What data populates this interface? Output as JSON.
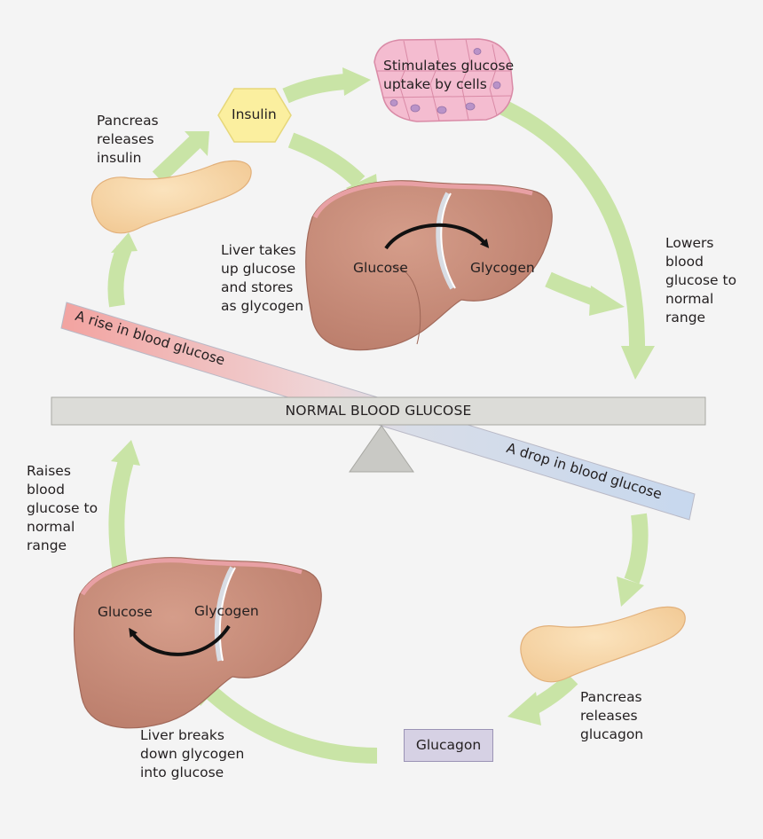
{
  "center": {
    "label": "NORMAL BLOOD GLUCOSE"
  },
  "rise": {
    "label": "A rise in blood glucose"
  },
  "drop": {
    "label": "A drop in blood glucose"
  },
  "hormones": {
    "insulin": "Insulin",
    "glucagon": "Glucagon"
  },
  "top_cycle": {
    "pancreas_text": "Pancreas\nreleases\ninsulin",
    "cells_text": "Stimulates glucose\nuptake by cells",
    "liver_text": "Liver takes\nup glucose\nand stores\nas glycogen",
    "liver_glucose": "Glucose",
    "liver_glycogen": "Glycogen",
    "result_text": "Lowers\nblood\nglucose to\nnormal\nrange"
  },
  "bottom_cycle": {
    "pancreas_text": "Pancreas\nreleases\nglucagon",
    "liver_text": "Liver breaks\ndown glycogen\ninto glucose",
    "liver_glucose": "Glucose",
    "liver_glycogen": "Glycogen",
    "result_text": "Raises\nblood\nglucose to\nnormal\nrange"
  },
  "colors": {
    "arrow_fill": "#c9e4a6",
    "arrow_edge": "#b6d98e",
    "liver": "#c58a78",
    "pancreas": "#f6d5a4",
    "cells": "#f4bcd0",
    "insulin_fill": "#fbef9f",
    "glucagon_fill": "#d6d1e4",
    "rise_bar": "#f2a3a0",
    "drop_bar": "#c7d8ee"
  }
}
